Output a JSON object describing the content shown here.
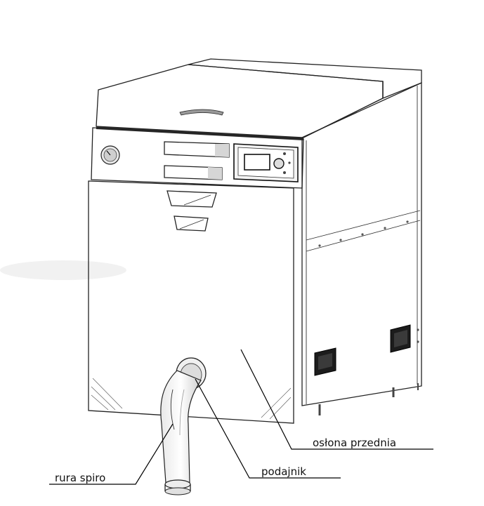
{
  "labels": {
    "oslona_przednia": "osłona przednia",
    "podajnik": "podajnik",
    "rura_spiro": "rura spiro"
  }
}
